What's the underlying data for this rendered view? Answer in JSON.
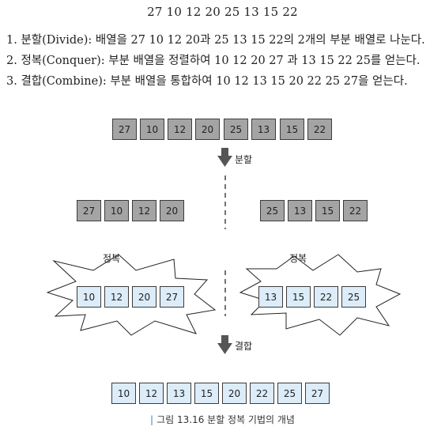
{
  "top_sequence": "27 10 12 20 25 13 15 22",
  "steps": [
    "1. 분할(Divide): 배열을 27 10 12 20과 25 13 15 22의 2개의 부분 배열로 나눈다.",
    "2. 정복(Conquer): 부분 배열을 정렬하여 10 12 20 27 과 13 15 22 25를 얻는다.",
    "3. 결합(Combine): 부분 배열을 통합하여 10 12 13 15 20 22 25 27을 얻는다."
  ],
  "diagram": {
    "initial": [
      "27",
      "10",
      "12",
      "20",
      "25",
      "13",
      "15",
      "22"
    ],
    "divided_left": [
      "27",
      "10",
      "12",
      "20"
    ],
    "divided_right": [
      "25",
      "13",
      "15",
      "22"
    ],
    "conquered_left": [
      "10",
      "12",
      "20",
      "27"
    ],
    "conquered_right": [
      "13",
      "15",
      "22",
      "25"
    ],
    "combined": [
      "10",
      "12",
      "13",
      "15",
      "20",
      "22",
      "25",
      "27"
    ],
    "label_divide": "분할",
    "label_conquer_left": "정복",
    "label_conquer_right": "정복",
    "label_combine": "결합",
    "colors": {
      "grey_box": "#a4a4a4",
      "blue_box": "#dcecf8",
      "caption_bar": "#2a86c8"
    }
  },
  "caption": {
    "bar": "|",
    "text": "그림 13.16  분할 정복 기법의 개념"
  }
}
